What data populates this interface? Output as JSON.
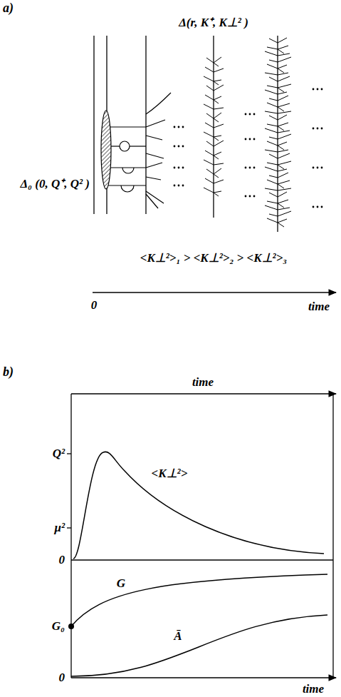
{
  "diagram": {
    "labels": [
      "a)",
      "Δ(r, K⁺, K⊥² )",
      "Δ₀ (0, Q⁺, Q² )",
      "<K⊥²>₁ > <K⊥²>₂ > <K⊥²>₃",
      "0",
      "time",
      "b)",
      "time",
      "Q²",
      "μ²",
      "0",
      "<K⊥²>",
      "G",
      "G₀",
      "Ā",
      "0",
      "time"
    ]
  }
}
